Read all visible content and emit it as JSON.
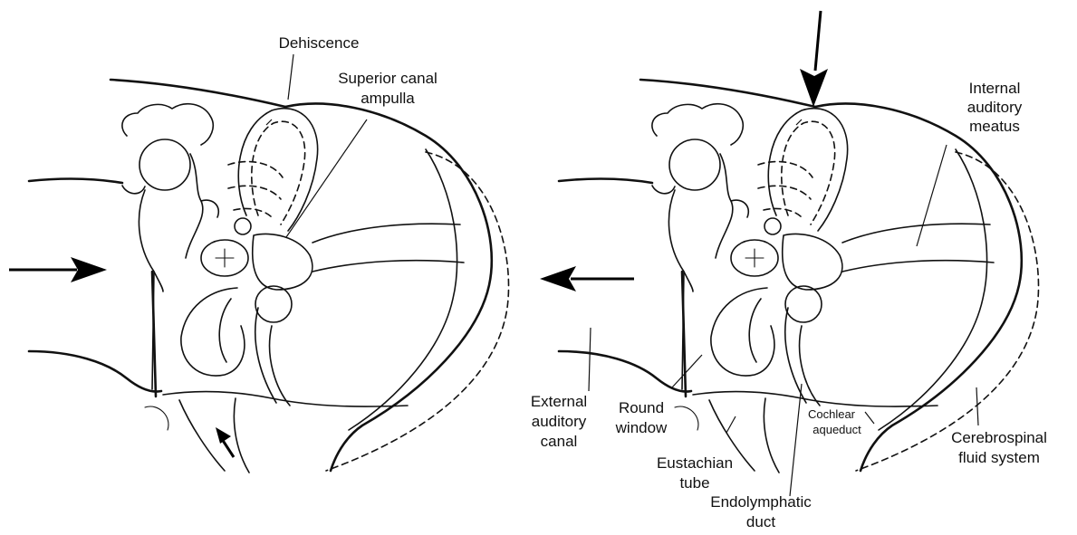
{
  "labels": {
    "dehiscence": "Dehiscence",
    "superior_canal_ampulla": [
      "Superior canal",
      "ampulla"
    ],
    "internal_auditory_meatus": [
      "Internal",
      "auditory",
      "meatus"
    ],
    "external_auditory_canal": [
      "External",
      "auditory",
      "canal"
    ],
    "round_window": [
      "Round",
      "window"
    ],
    "eustachian_tube": [
      "Eustachian",
      "tube"
    ],
    "endolymphatic_duct": [
      "Endolymphatic",
      "duct"
    ],
    "cochlear_aqueduct": [
      "Cochlear",
      "aqueduct"
    ],
    "cerebrospinal_fluid_system": [
      "Cerebrospinal",
      "fluid system"
    ]
  },
  "colors": {
    "ink": "#111111",
    "background": "#ffffff"
  }
}
